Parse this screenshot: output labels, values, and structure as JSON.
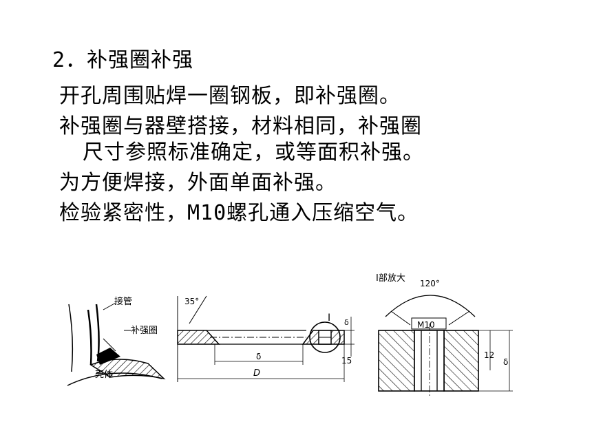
{
  "title": "2．补强圈补强",
  "bullets": [
    "开孔周围贴焊一圈钢板，即补强圈。",
    "补强圈与器壁搭接，材料相同，补强圈",
    "尺寸参照标准确定，或等面积补强。",
    "为方便焊接，外面单面补强。",
    "检验紧密性，M10螺孔通入压缩空气。"
  ],
  "figures": {
    "left": {
      "label_pipe": "接管",
      "label_ring": "补强圈",
      "label_shell": "壳体"
    },
    "middle": {
      "angle": "35°",
      "section_mark": "I",
      "thick": "δ",
      "dim_delta": "δ",
      "dim_d": "D",
      "dim_15": "15"
    },
    "right": {
      "title": "I部放大",
      "angle": "120°",
      "thread": "M10",
      "dim_12": "12",
      "dim_delta": "δ"
    }
  }
}
